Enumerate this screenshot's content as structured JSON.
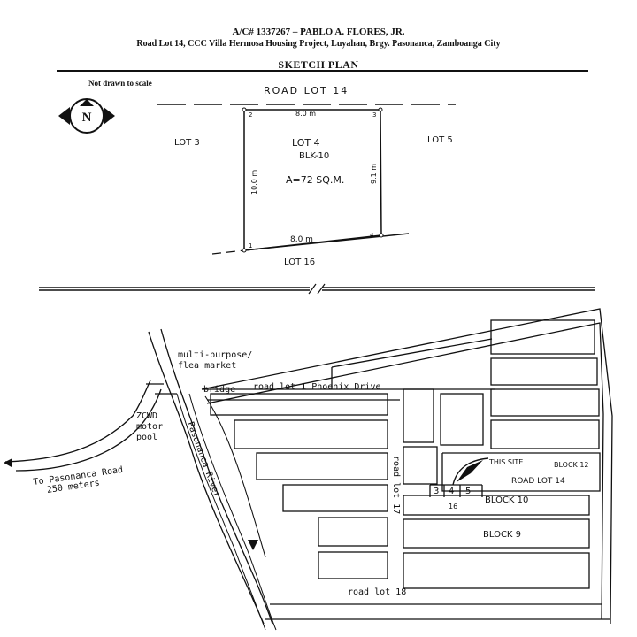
{
  "header": {
    "account_line": "A/C# 1337267 – PABLO A. FLORES, JR.",
    "address_line": "Road Lot 14, CCC Villa Hermosa Housing Project, Luyahan, Brgy. Pasonanca, Zamboanga City",
    "title": "SKETCH PLAN"
  },
  "sketch": {
    "scale_note": "Not drawn to scale",
    "north_letter": "N",
    "road_top": "ROAD LOT 14",
    "lot_left": "LOT 3",
    "lot_right": "LOT 5",
    "lot_bottom": "LOT 16",
    "lot_name": "LOT 4",
    "block_name": "BLK-10",
    "area": "A=72 SQ.M.",
    "dim_top": "8.0 m",
    "dim_bottom": "8.0 m",
    "dim_left": "10.0 m",
    "dim_right": "9.1 m",
    "corner_1": "1",
    "corner_2": "2",
    "corner_3": "3",
    "corner_4": "4"
  },
  "map": {
    "market": "multi-purpose/\nflea market",
    "bridge": "bridge",
    "road_lot_1": "road lot 1 Phoenix Drive",
    "zcwd": "ZCWD\nmotor\npool",
    "pasonanca_road": "To Pasonanca Road\n250 meters",
    "river": "Pasonanca River",
    "road_lot_17": "road lot 17",
    "this_site": "THIS SITE",
    "block_12": "BLOCK 12",
    "road_lot_14": "ROAD LOT 14",
    "lot_3": "3",
    "lot_4": "4",
    "lot_5": "5",
    "lot_16": "16",
    "block_10": "BLOCK 10",
    "block_9": "BLOCK 9",
    "road_lot_18": "road lot 18"
  }
}
